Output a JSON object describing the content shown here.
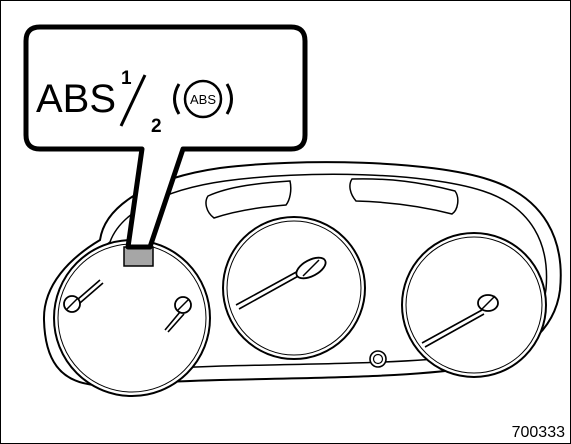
{
  "callout": {
    "abs_text": "ABS",
    "index_top": "1",
    "index_bottom": "2",
    "icon_text": "ABS"
  },
  "figure_id": "700333",
  "icon": {
    "warning_lamp": "abs-warning-lamp-icon"
  },
  "colors": {
    "lamp_fill": "#a6a6a6",
    "stroke": "#000000",
    "background": "#ffffff"
  }
}
